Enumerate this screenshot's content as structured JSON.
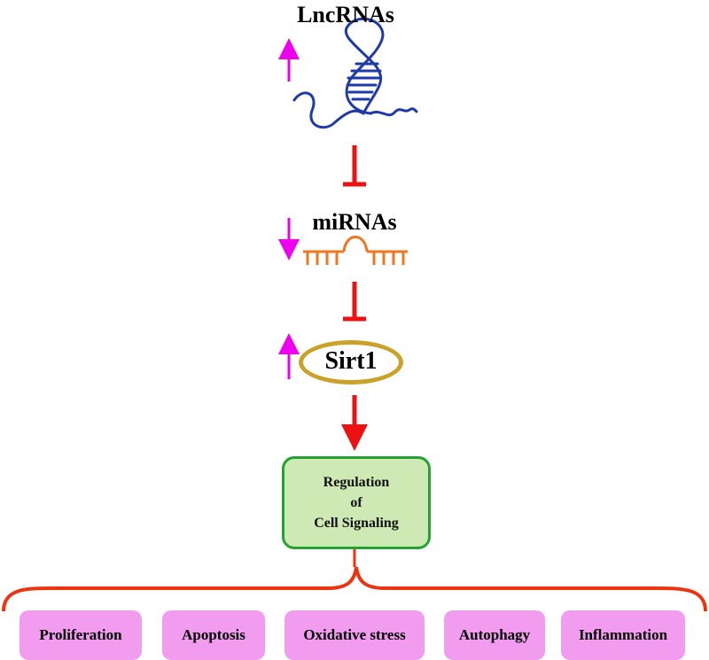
{
  "nodes": {
    "lncrnas": "LncRNAs",
    "mirnas": "miRNAs",
    "sirt1": "Sirt1"
  },
  "regulation_box": {
    "line1": "Regulation",
    "line2": "of",
    "line3": "Cell Signaling"
  },
  "outcomes": [
    "Proliferation",
    "Apoptosis",
    "Oxidative stress",
    "Autophagy",
    "Inflammation"
  ],
  "indicators": {
    "lncrnas": "up",
    "mirnas": "down",
    "sirt1": "up"
  },
  "colors": {
    "indicator_arrow": "#ee00ee",
    "inhibition_arrow": "#ee1111",
    "lncrna_strand": "#1e3aa8",
    "mirna_hairpin": "#ee7722",
    "sirt1_oval": "#c9a227",
    "regulation_fill": "#cfe9b4",
    "regulation_border": "#22a334",
    "brace": "#ee3311",
    "outcome_fill": "#f29cf0"
  }
}
